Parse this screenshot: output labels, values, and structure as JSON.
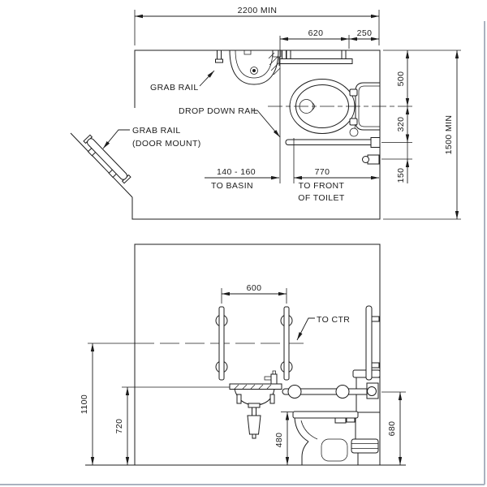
{
  "plan": {
    "dim_width_overall": "2200 MIN",
    "dim_rail_length": "620",
    "dim_rail_to_wall": "250",
    "dim_wall_to_toilet_ctr": "500",
    "dim_ctr_to_rail": "320",
    "dim_rail_to_holder": "150",
    "dim_depth_overall": "1500 MIN",
    "dim_basin_clearance": "140 - 160",
    "label_to_basin": "TO BASIN",
    "dim_to_front_of_toilet": "770",
    "label_to_front": "TO FRONT",
    "label_of_toilet": "OF TOILET",
    "label_grab_rail": "GRAB RAIL",
    "label_drop_down_rail": "DROP DOWN RAIL",
    "label_door_grab_rail_line1": "GRAB RAIL",
    "label_door_grab_rail_line2": "(DOOR MOUNT)"
  },
  "elevation": {
    "dim_rail_spacing": "600",
    "dim_rail_ctr_height": "1100",
    "dim_basin_height": "720",
    "dim_seat_height": "480",
    "dim_rail_height": "680",
    "label_to_ctr": "TO CTR"
  },
  "colors": {
    "ink": "#1c1c1c",
    "window_edge": "#a9b2bf",
    "background": "#ffffff"
  }
}
